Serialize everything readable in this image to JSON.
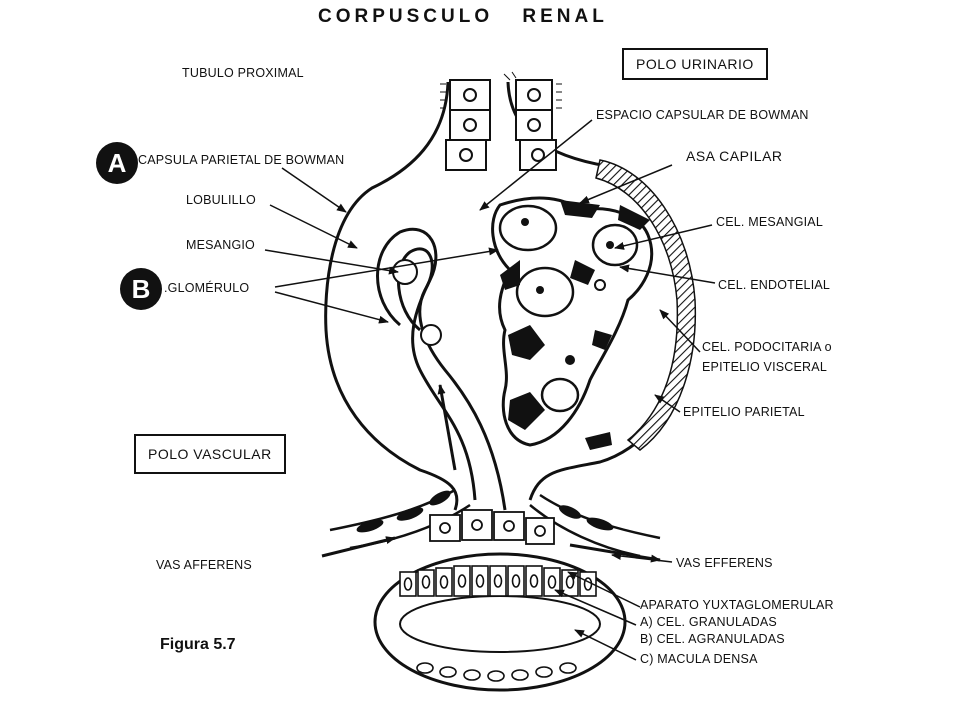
{
  "title": {
    "word1": "CORPUSCULO",
    "word2": "RENAL"
  },
  "figure_caption": "Figura 5.7",
  "badges": {
    "a": "A",
    "b": "B"
  },
  "labels": {
    "tubulo_proximal": "TUBULO PROXIMAL",
    "polo_urinario": "POLO URINARIO",
    "espacio_capsular": "ESPACIO CAPSULAR DE BOWMAN",
    "capsula_parietal": "CAPSULA PARIETAL DE BOWMAN",
    "asa_capilar": "ASA CAPILAR",
    "lobulillo": "LOBULILLO",
    "cel_mesangial": "CEL. MESANGIAL",
    "mesangio": "MESANGIO",
    "cel_endotelial": "CEL. ENDOTELIAL",
    "glomerulo": ".GLOMÉRULO",
    "cel_podocitaria": "CEL. PODOCITARIA o",
    "epitelio_visceral": "EPITELIO VISCERAL",
    "epitelio_parietal": "EPITELIO PARIETAL",
    "polo_vascular": "POLO VASCULAR",
    "vas_afferens": "VAS AFFERENS",
    "vas_efferens": "VAS EFFERENS",
    "aparato": "APARATO YUXTAGLOMERULAR",
    "granuladas": "A)  CEL.  GRANULADAS",
    "agranuladas": "B)  CEL.  AGRANULADAS",
    "macula": "C)  MACULA DENSA"
  }
}
